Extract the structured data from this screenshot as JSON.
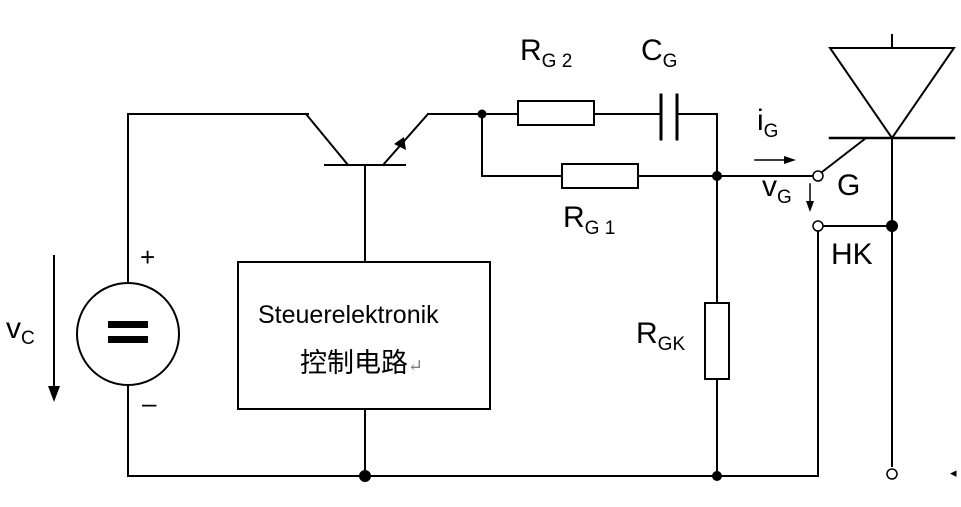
{
  "labels": {
    "vc_main": "v",
    "vc_sub": "C",
    "plus": "+",
    "minus": "–",
    "source_symbol": "=",
    "rg2_main": "R",
    "rg2_sub": "G 2",
    "cg_main": "C",
    "cg_sub": "G",
    "rg1_main": "R",
    "rg1_sub": "G 1",
    "rgk_main": "R",
    "rgk_sub": "GK",
    "ig_main": "i",
    "ig_sub": "G",
    "vg_main": "v",
    "vg_sub": "G",
    "gate": "G",
    "hk": "HK",
    "control_box": "Steuerelektronik",
    "control_box_cn": "控制电路",
    "return_mark": "↵",
    "edge_mark": "◂"
  },
  "colors": {
    "line": "#000000",
    "background": "#ffffff"
  }
}
